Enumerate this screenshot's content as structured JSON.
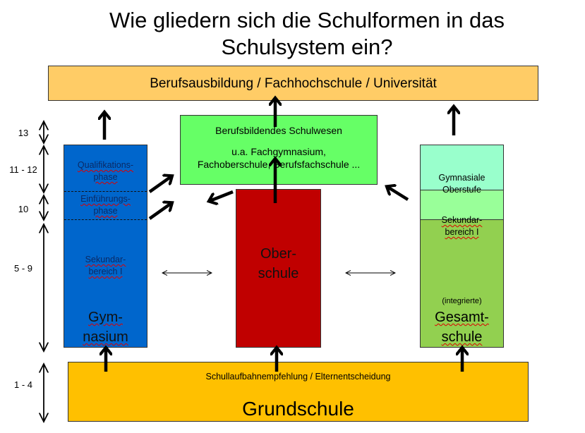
{
  "title": {
    "line1": "Wie gliedern sich die Schulformen in das",
    "line2": "Schulsystem ein?"
  },
  "top_box": "Berufsausbildung / Fachhochschule / Universität",
  "vocational": {
    "title": "Berufsbildendes Schulwesen",
    "line1": "u.a. Fachgymnasium,",
    "line2": "Fachoberschule, Berufsfachschule ..."
  },
  "gymnasium": {
    "qual1": "Qualifikations-",
    "qual2": "phase",
    "ein1": "Einführungs-",
    "ein2": "phase",
    "sek1": "Sekundar-",
    "sek2": "bereich  I",
    "name1": "Gym-",
    "name2": "nasium"
  },
  "oberschule": {
    "name1": "Ober-",
    "name2": "schule"
  },
  "gesamtschule": {
    "ober1": "Gymnasiale",
    "ober2": "Oberstufe",
    "sek1": "Sekundar-",
    "sek2": "bereich  I",
    "pre": "(integrierte)",
    "name1": "Gesamt-",
    "name2": "schule"
  },
  "grundschule": {
    "note": "Schullaufbahnempfehlung / Elternentscheidung",
    "name": "Grundschule"
  },
  "grades": [
    "13",
    "11 - 12",
    "10",
    "5 - 9",
    "1 - 4"
  ],
  "colors": {
    "top": "#FFCC66",
    "green": "#66FF66",
    "blue": "#0066CC",
    "red": "#C00000",
    "cyan": "#99FFCC",
    "lightgreen": "#99FF99",
    "olive": "#92D050",
    "orange": "#FFC000"
  }
}
